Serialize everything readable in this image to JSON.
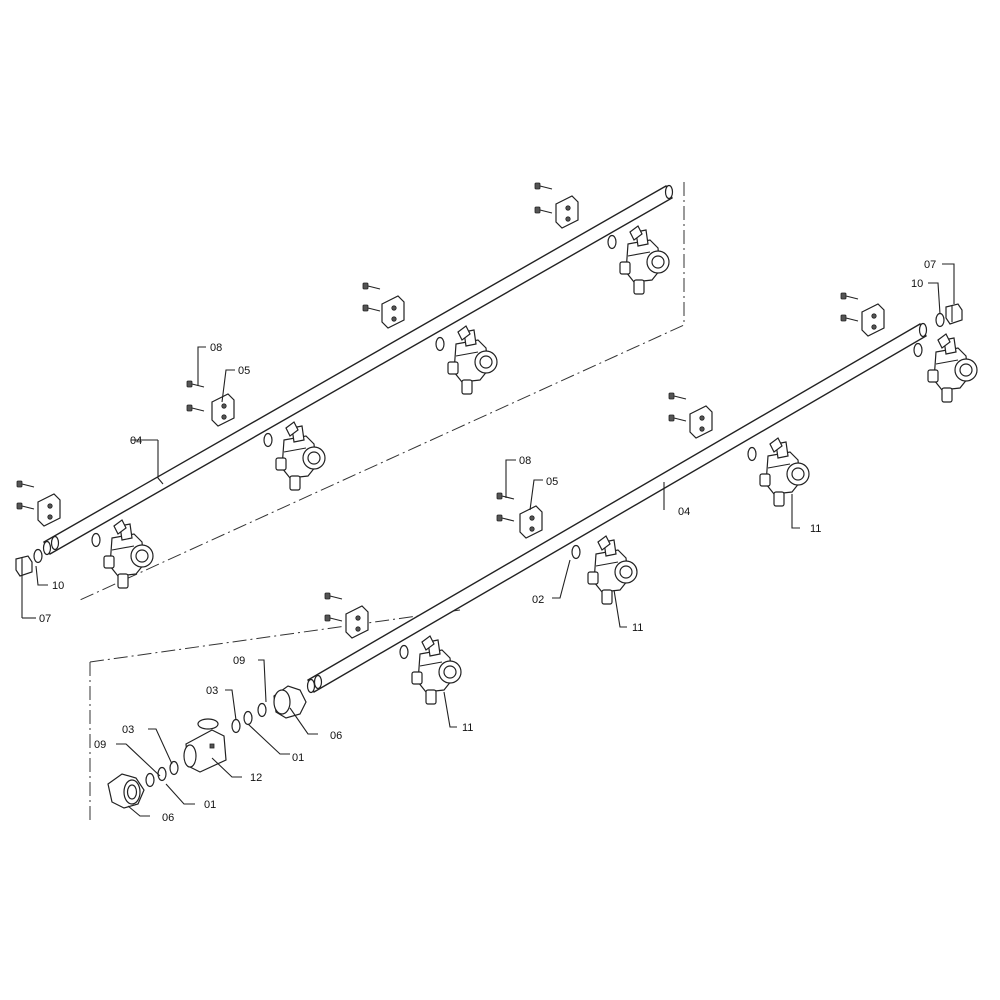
{
  "labels": {
    "l01a": "01",
    "l01b": "01",
    "l02": "02",
    "l03a": "03",
    "l03b": "03",
    "l04a": "04",
    "l04b": "04",
    "l05a": "05",
    "l05b": "05",
    "l06a": "06",
    "l06b": "06",
    "l07a": "07",
    "l07b": "07",
    "l08a": "08",
    "l08b": "08",
    "l09a": "09",
    "l09b": "09",
    "l10a": "10",
    "l10b": "10",
    "l11a": "11",
    "l11b": "11",
    "l11c": "11",
    "l12": "12"
  }
}
